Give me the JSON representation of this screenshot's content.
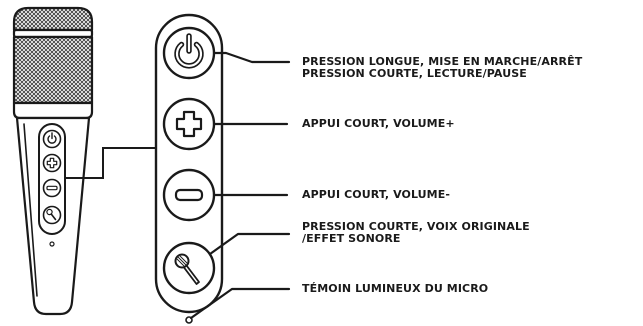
{
  "callouts": {
    "power": {
      "line1": "PRESSION LONGUE, MISE EN MARCHE/ARRÊT",
      "line2": "PRESSION COURTE, LECTURE/PAUSE"
    },
    "volume_up": "APPUI COURT, VOLUME+",
    "volume_down": "APPUI COURT, VOLUME-",
    "voice": {
      "line1": "PRESSION COURTE, VOIX ORIGINALE",
      "line2": "/EFFET SONORE"
    },
    "led": "TÉMOIN LUMINEUX DU MICRO"
  },
  "icons": [
    "power-icon",
    "plus-icon",
    "minus-icon",
    "microphone-icon"
  ],
  "colors": {
    "stroke": "#1a1a1a",
    "grille": "#3a3a3a",
    "background": "#ffffff"
  }
}
